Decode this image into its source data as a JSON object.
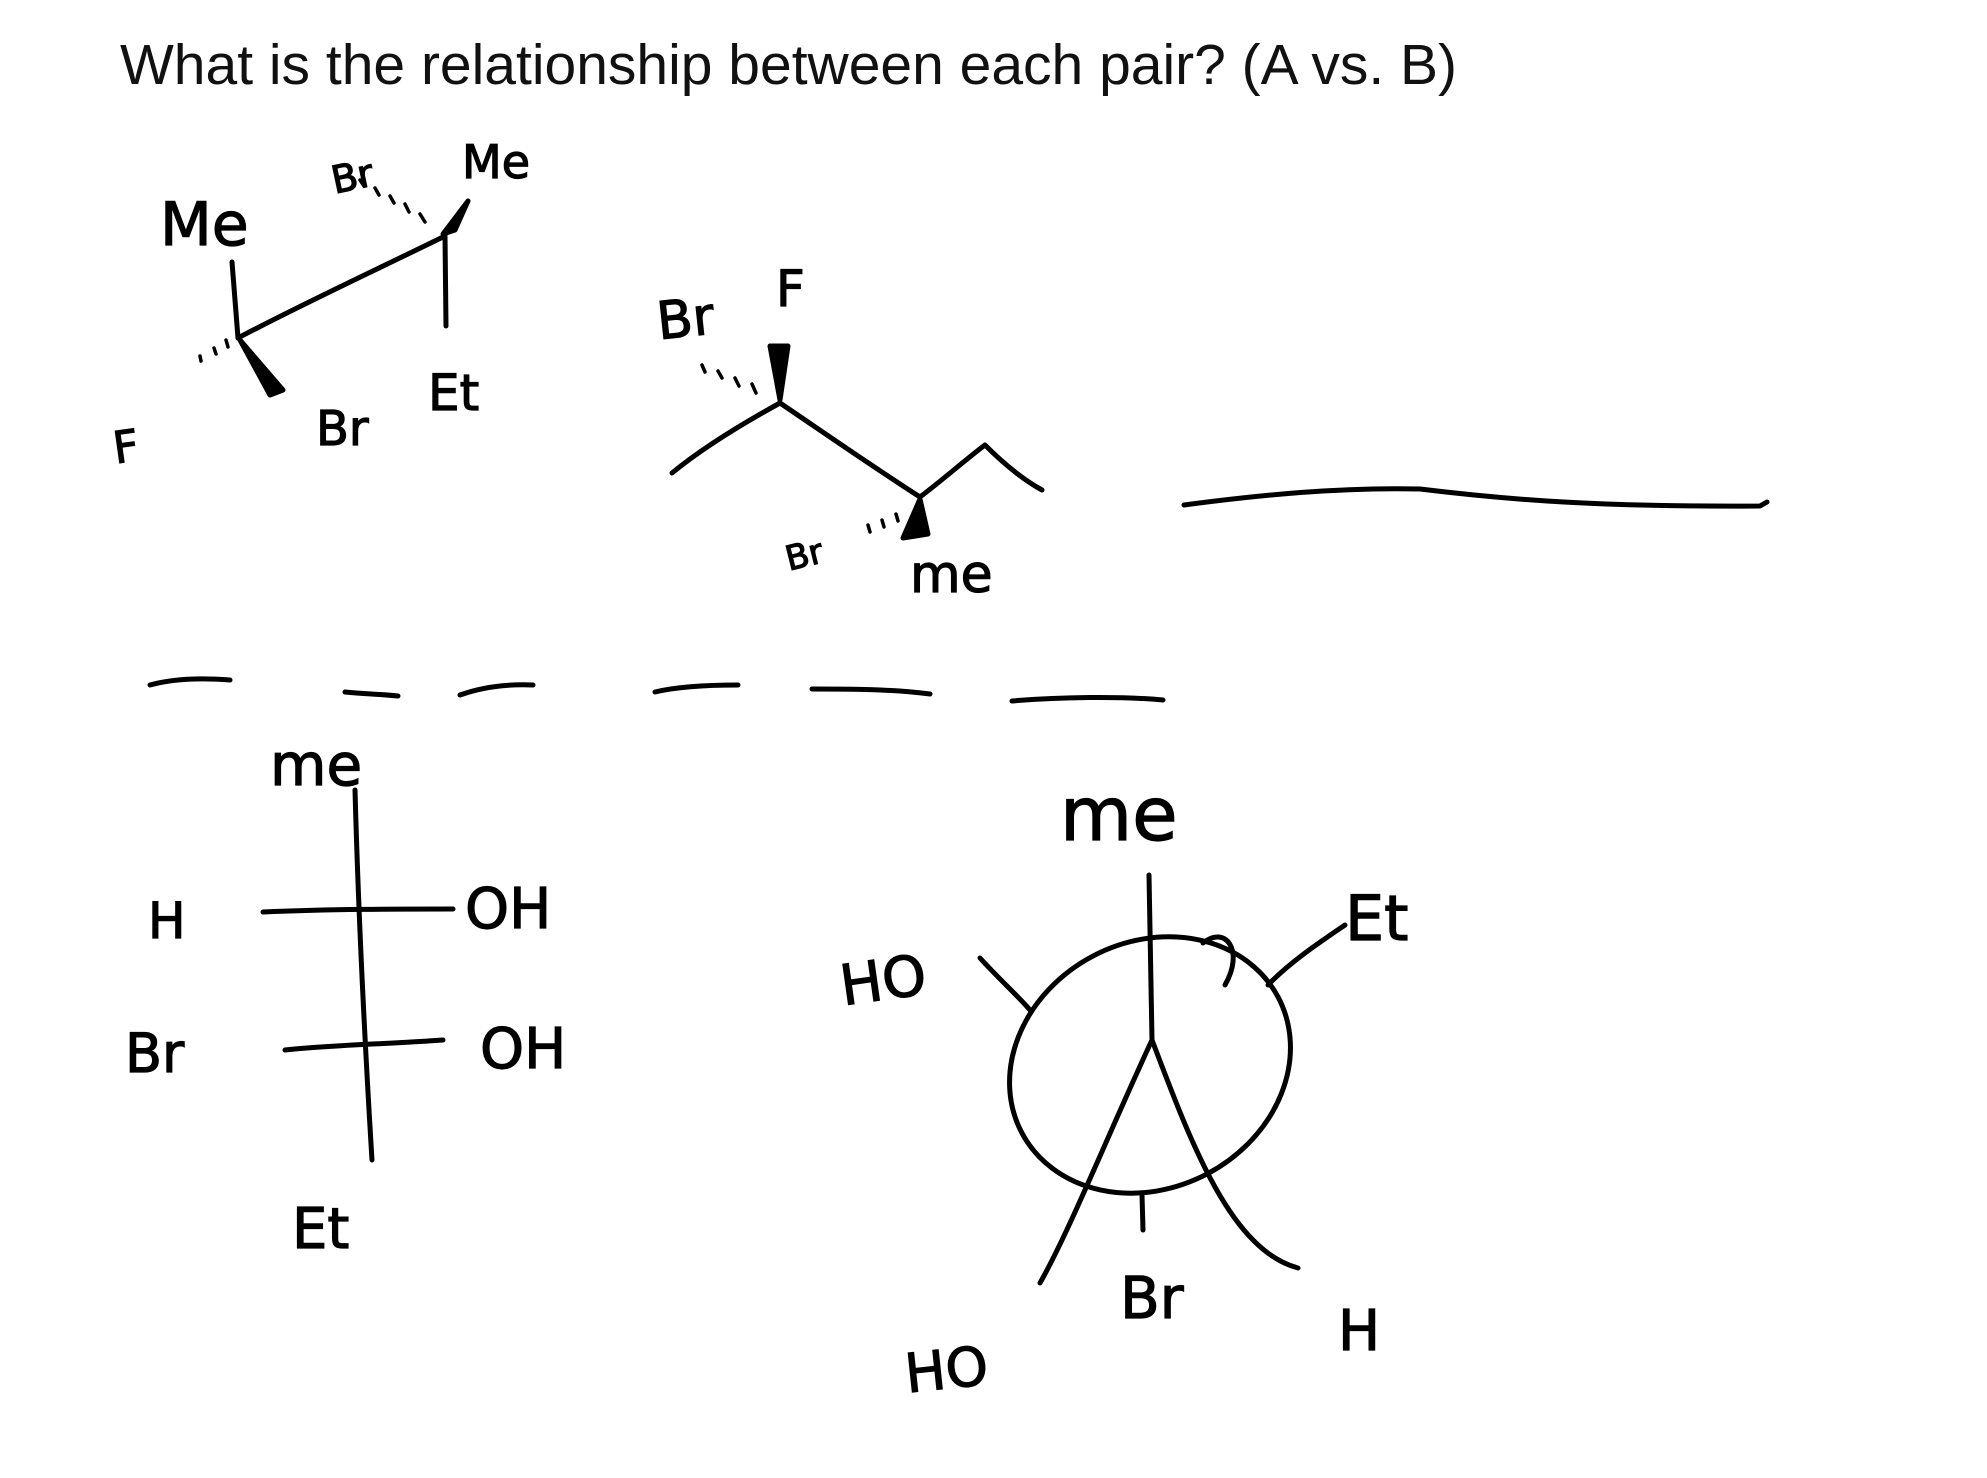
{
  "question": "What is the relationship between each pair? (A vs. B)",
  "pair1": {
    "moleculeA": {
      "labels": {
        "me_left": "Me",
        "br_top": "Br",
        "me_top": "Me",
        "f": "F",
        "br_bottom": "Br",
        "et": "Et"
      }
    },
    "moleculeB": {
      "labels": {
        "br": "Br",
        "f": "F",
        "br_lower": "Br",
        "me": "me"
      }
    }
  },
  "pair2": {
    "fischer": {
      "labels": {
        "top": "me",
        "row1_left": "H",
        "row1_right": "OH",
        "row2_left": "Br",
        "row2_right": "OH",
        "bottom": "Et"
      }
    },
    "newman": {
      "labels": {
        "top": "me",
        "ho_left": "HO",
        "et": "Et",
        "br": "Br",
        "ho_bottom": "HO",
        "h": "H"
      }
    }
  }
}
